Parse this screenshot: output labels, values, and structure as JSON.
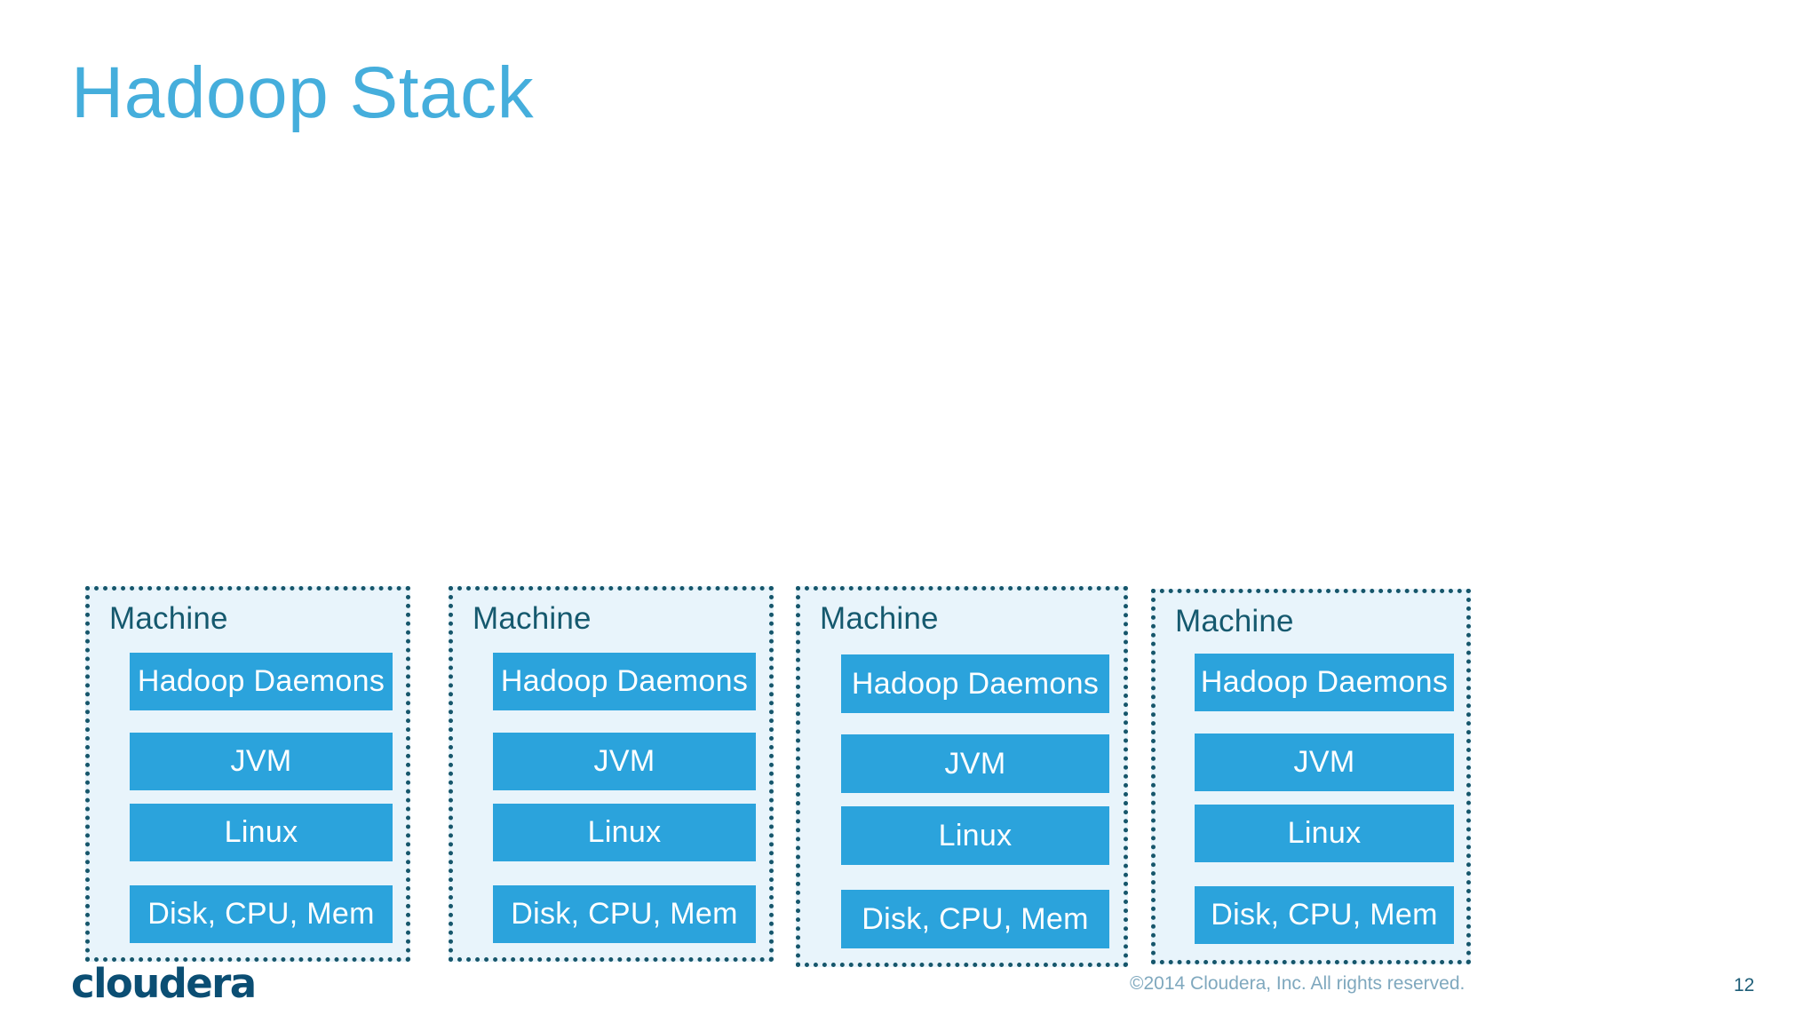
{
  "slide": {
    "title": "Hadoop Stack",
    "page_number": "12",
    "copyright": "©2014 Cloudera, Inc. All rights reserved.",
    "logo_text": "cloudera",
    "colors": {
      "title": "#45AEDC",
      "bar_fill": "#2BA3DC",
      "bar_text": "#FFFFFF",
      "box_background": "#E8F4FB",
      "box_border": "#16566B",
      "machine_label": "#15596E",
      "logo": "#0B4E73",
      "copyright": "#7FA8BE",
      "page_number": "#1E5E78",
      "canvas": "#FFFFFF"
    }
  },
  "diagram": {
    "type": "stack-diagram",
    "description": "Four identical machine nodes, each showing a vertical software stack",
    "layer_order": [
      "Hadoop Daemons",
      "JVM",
      "Linux",
      "Disk, CPU, Mem"
    ],
    "machines": [
      {
        "label": "Machine",
        "layers": [
          {
            "name": "Hadoop Daemons"
          },
          {
            "name": "JVM"
          },
          {
            "name": "Linux"
          },
          {
            "name": "Disk, CPU, Mem"
          }
        ]
      },
      {
        "label": "Machine",
        "layers": [
          {
            "name": "Hadoop Daemons"
          },
          {
            "name": "JVM"
          },
          {
            "name": "Linux"
          },
          {
            "name": "Disk, CPU, Mem"
          }
        ]
      },
      {
        "label": "Machine",
        "layers": [
          {
            "name": "Hadoop Daemons"
          },
          {
            "name": "JVM"
          },
          {
            "name": "Linux"
          },
          {
            "name": "Disk, CPU, Mem"
          }
        ]
      },
      {
        "label": "Machine",
        "layers": [
          {
            "name": "Hadoop Daemons"
          },
          {
            "name": "JVM"
          },
          {
            "name": "Linux"
          },
          {
            "name": "Disk, CPU, Mem"
          }
        ]
      }
    ]
  }
}
